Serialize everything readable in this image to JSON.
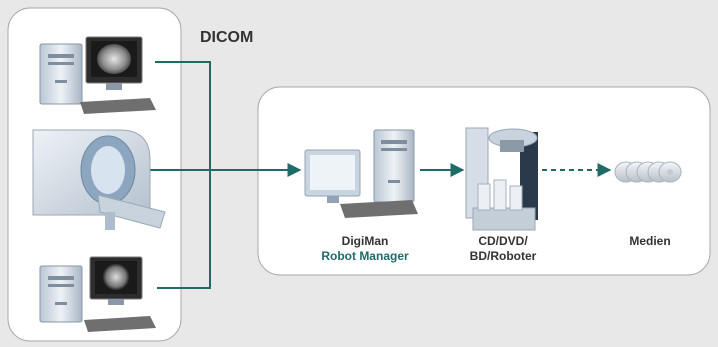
{
  "colors": {
    "background": "#e8e8e8",
    "panel": "#ffffff",
    "panel_border": "#a8a8a8",
    "connector": "#1f6b68",
    "text": "#333333",
    "accent_text": "#1f6b68"
  },
  "labels": {
    "protocol": "DICOM",
    "digiman_line1": "DigiMan",
    "digiman_line2": "Robot Manager",
    "robot_line1": "CD/DVD/",
    "robot_line2": "BD/Roboter",
    "media": "Medien"
  },
  "icons": {
    "source_top": "workstation-xray-icon",
    "source_middle": "ct-scanner-icon",
    "source_bottom": "workstation-scan-icon",
    "manager": "digiman-pc-icon",
    "robot": "disc-publishing-robot-icon",
    "media": "disc-stack-icon"
  }
}
